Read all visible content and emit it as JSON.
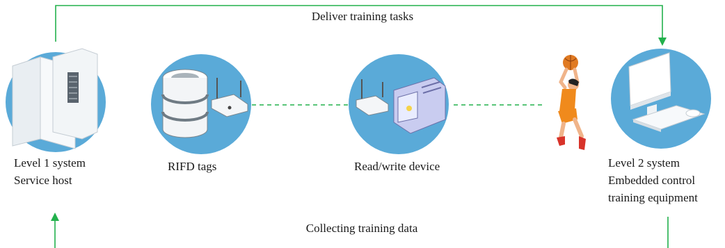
{
  "arrows": {
    "top_label": "Deliver training tasks",
    "bottom_label": "Collecting training data",
    "color": "#22b14c"
  },
  "nodes": {
    "level1": {
      "line1": "Level 1 system",
      "line2": "Service host"
    },
    "rfid": {
      "line1": "RIFD tags"
    },
    "reader": {
      "line1": "Read/write device"
    },
    "level2": {
      "line1": "Level 2 system",
      "line2": "Embedded control",
      "line3": "training equipment"
    }
  },
  "colors": {
    "circle": "#5aaad8",
    "dashed_link": "#22b14c",
    "athlete_shirt": "#f08a1c"
  },
  "icons": {
    "level1": "server-rack-icon",
    "rfid": "database-and-router-icon",
    "reader": "router-and-reader-device-icon",
    "athlete": "basketball-player-icon",
    "level2": "desktop-computer-icon"
  }
}
